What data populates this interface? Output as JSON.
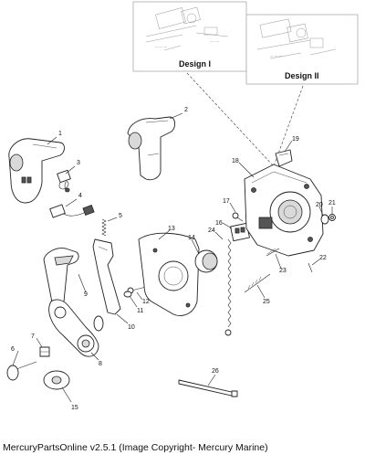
{
  "insets": [
    {
      "id": "design-1",
      "title": "Design I"
    },
    {
      "id": "design-2",
      "title": "Design II"
    }
  ],
  "callouts": [
    "1",
    "2",
    "3",
    "4",
    "5",
    "6",
    "7",
    "8",
    "9",
    "10",
    "11",
    "12",
    "13",
    "14",
    "15",
    "16",
    "17",
    "18",
    "19",
    "20",
    "21",
    "22",
    "23",
    "24",
    "25",
    "26"
  ],
  "footer": {
    "text": "MercuryPartsOnline v2.5.1 (Image Copyright- Mercury Marine)"
  }
}
